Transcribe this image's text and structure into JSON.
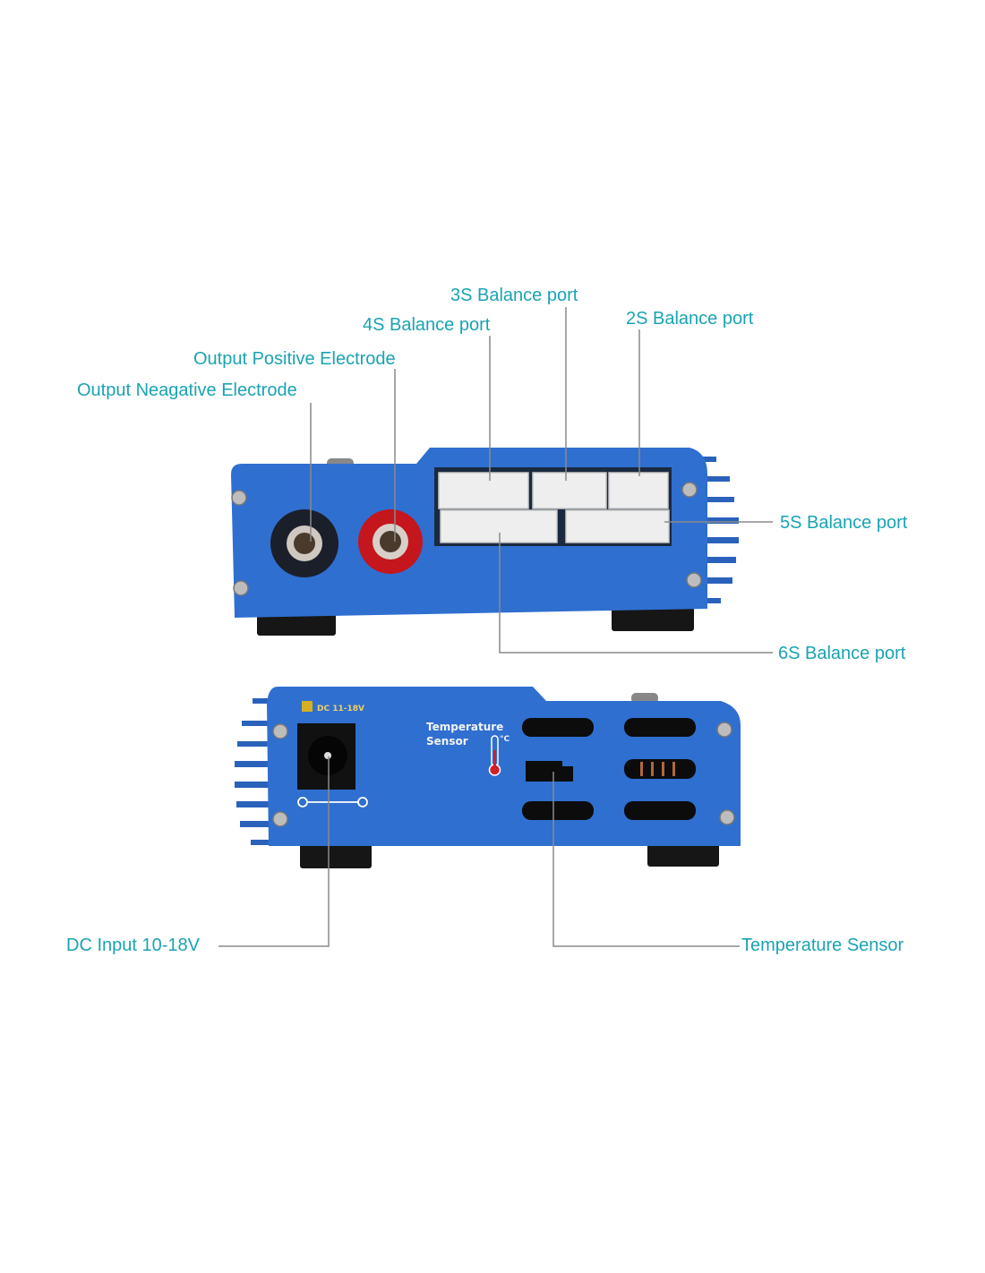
{
  "labels": {
    "balance_3s": "3S Balance port",
    "balance_4s": "4S Balance port",
    "balance_2s": "2S Balance port",
    "output_positive": "Output Positive Electrode",
    "output_negative": "Output Neagative Electrode",
    "balance_5s": "5S Balance port",
    "balance_6s": "6S Balance port",
    "dc_input": "DC Input 10-18V",
    "temperature_sensor": "Temperature Sensor"
  },
  "device_markings": {
    "dc_rating": "DC 11-18V",
    "temp_line1": "Temperature",
    "temp_line2": "Sensor",
    "celsius": "°C"
  },
  "colors": {
    "label": "#1aa3b3",
    "device_body": "#2f6fd0",
    "leader_line": "#8a8a8a"
  }
}
